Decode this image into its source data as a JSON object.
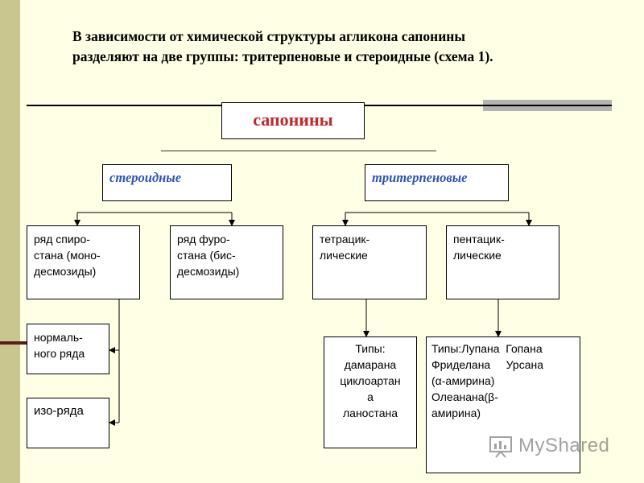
{
  "heading": {
    "line1": "В зависимости от химической структуры агликона сапонины",
    "line2": "разделяют на две группы: тритерпеновые и стероидные (схема 1)."
  },
  "root": {
    "label": "сапонины"
  },
  "groups": {
    "steroid": "стероидные",
    "triterpene": "тритерпеновые"
  },
  "nodes": {
    "spirostan": [
      "ряд спиро-",
      "стана (моно-",
      "десмозиды)"
    ],
    "furostan": [
      "ряд фуро-",
      "стана (бис-",
      "десмозиды)"
    ],
    "tetracyclic": [
      "тетрацик-",
      "лические"
    ],
    "pentacyclic": [
      "пентацик-",
      "лические"
    ],
    "normal_series": [
      "нормаль-",
      "ного ряда"
    ],
    "iso_series": "изо-ряда",
    "tetra_types": [
      "Типы:",
      "дамарана",
      "циклоартан",
      "а",
      "ланостана"
    ],
    "penta_types": [
      "Типы:Лупана  Гопана",
      "Фриделана     Урсана",
      "(α-амирина)",
      "Олеанана(β-",
      "амирина)"
    ]
  },
  "watermark": {
    "text": "MyShared",
    "icon": "presentation-board-icon"
  },
  "colors": {
    "background": "#ffffe5",
    "root_text": "#c0282c",
    "group_text": "#2d55b3",
    "sidebar": "#c9c78f"
  }
}
